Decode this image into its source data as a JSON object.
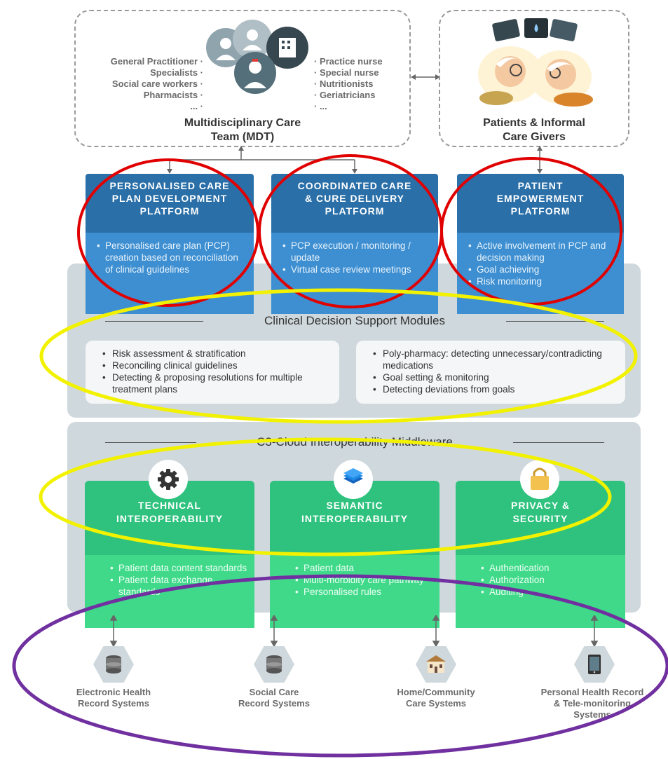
{
  "mdt": {
    "roles_left": [
      "General Practitioner ·",
      "Specialists ·",
      "Social care workers ·",
      "Pharmacists ·",
      "... ·"
    ],
    "roles_right": [
      "· Practice nurse",
      "· Special nurse",
      "· Nutritionists",
      "· Geriatricians",
      "· ..."
    ],
    "title_line1": "Multidisciplinary Care",
    "title_line2": "Team (MDT)"
  },
  "patients": {
    "title_line1": "Patients & Informal",
    "title_line2": "Care Givers"
  },
  "platforms": [
    {
      "title": [
        "PERSONALISED CARE",
        "PLAN DEVELOPMENT",
        "PLATFORM"
      ],
      "items": [
        "Personalised care plan (PCP) creation based on reconciliation of clinical guidelines"
      ]
    },
    {
      "title": [
        "COORDINATED CARE",
        "& CURE DELIVERY",
        "PLATFORM"
      ],
      "items": [
        "PCP execution / monitoring / update",
        "Virtual case review meetings"
      ]
    },
    {
      "title": [
        "PATIENT",
        "EMPOWERMENT",
        "PLATFORM"
      ],
      "items": [
        "Active involvement in PCP and decision making",
        "Goal achieving",
        "Risk monitoring"
      ]
    }
  ],
  "cds": {
    "title": "Clinical Decision Support Modules",
    "left_items": [
      "Risk assessment & stratification",
      "Reconciling clinical guidelines",
      "Detecting & proposing resolutions for multiple treatment plans"
    ],
    "right_items": [
      "Poly-pharmacy: detecting unnecessary/contradicting medications",
      "Goal setting & monitoring",
      "Detecting deviations from goals"
    ]
  },
  "middleware": {
    "title": "C3-Cloud Interoperability Middleware",
    "blocks": [
      {
        "title": [
          "TECHNICAL",
          "INTEROPERABILITY"
        ],
        "icon": "gear-icon",
        "items": [
          "Patient data content standards",
          "Patient data exchange standards"
        ]
      },
      {
        "title": [
          "SEMANTIC",
          "INTEROPERABILITY"
        ],
        "icon": "layers-icon",
        "items": [
          "Patient data",
          "Multi-morbidity care pathway",
          "Personalised rules"
        ]
      },
      {
        "title": [
          "PRIVACY &",
          "SECURITY"
        ],
        "icon": "lock-icon",
        "items": [
          "Authentication",
          "Authorization",
          "Auditing"
        ]
      }
    ]
  },
  "systems": [
    {
      "label": [
        "Electronic Health",
        "Record Systems"
      ],
      "icon": "database-icon"
    },
    {
      "label": [
        "Social Care",
        "Record Systems"
      ],
      "icon": "database-icon"
    },
    {
      "label": [
        "Home/Community",
        "Care Systems"
      ],
      "icon": "house-icon"
    },
    {
      "label": [
        "Personal Health Record",
        "& Tele-monitoring",
        "Systems"
      ],
      "icon": "tablet-icon"
    }
  ],
  "colors": {
    "platform_header": "#2a6fa8",
    "platform_body": "#3d8fd1",
    "middleware_header": "#2ec27e",
    "middleware_body": "#40d98a",
    "panel": "#cfd8dc",
    "annotation_red": "#e00000",
    "annotation_yellow": "#f2f200",
    "annotation_purple": "#7030a0"
  }
}
